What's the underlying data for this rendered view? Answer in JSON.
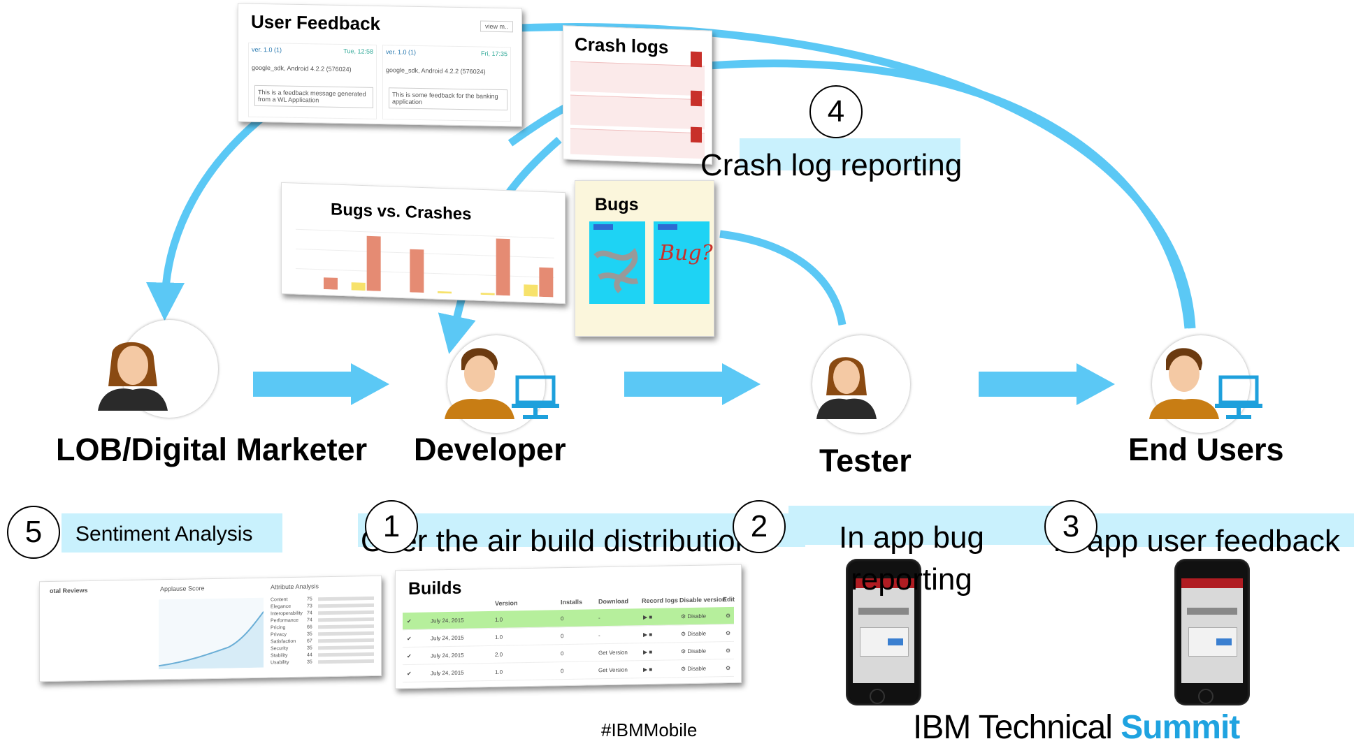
{
  "cards": {
    "user_feedback": {
      "title": "User Feedback",
      "view_more": "view m..",
      "col1": {
        "ver": "ver. 1.0 (1)",
        "time": "Tue, 12:58",
        "device": "google_sdk, Android 4.2.2 (576024)",
        "message": "This is a feedback message generated from a WL Application"
      },
      "col2": {
        "ver": "ver. 1.0 (1)",
        "time": "Fri, 17:35",
        "device": "google_sdk, Android 4.2.2 (576024)",
        "message": "This is some feedback for the banking application"
      }
    },
    "crash_logs": {
      "title": "Crash logs"
    },
    "bugs_vs_crashes": {
      "title": "Bugs vs. Crashes",
      "chart_data": {
        "type": "bar",
        "series": [
          {
            "color": "#f7e26b",
            "values": [
              0,
              4,
              0,
              1,
              1,
              6
            ]
          },
          {
            "color": "#e58b73",
            "values": [
              6,
              28,
              22,
              0,
              29,
              15
            ]
          }
        ],
        "ylim": [
          0,
          30
        ],
        "grid": true
      }
    },
    "bugs": {
      "title": "Bugs",
      "sketch_text": "Bug?"
    },
    "builds": {
      "title": "Builds",
      "columns": [
        "Version",
        "Installs",
        "Download",
        "Record logs",
        "Disable version",
        "Edit"
      ],
      "rows": [
        {
          "date": "July 24, 2015",
          "version": "1.0",
          "installs": "0",
          "download": "-",
          "disable": "Disable"
        },
        {
          "date": "July 24, 2015",
          "version": "1.0",
          "installs": "0",
          "download": "-",
          "disable": "Disable"
        },
        {
          "date": "July 24, 2015",
          "version": "2.0",
          "installs": "0",
          "download": "Get Version",
          "disable": "Disable"
        },
        {
          "date": "July 24, 2015",
          "version": "1.0",
          "installs": "0",
          "download": "Get Version",
          "disable": "Disable"
        }
      ]
    },
    "sentiment": {
      "total_reviews_label": "otal Reviews",
      "applause_label": "Applause Score",
      "attribute_label": "Attribute Analysis",
      "attributes": [
        "Content",
        "Elegance",
        "Interoperability",
        "Performance",
        "Pricing",
        "Privacy",
        "Satisfaction",
        "Security",
        "Stability",
        "Usability"
      ],
      "attribute_values": [
        "75",
        "73",
        "74",
        "74",
        "66",
        "35",
        "67",
        "35",
        "44",
        "35"
      ]
    }
  },
  "roles": {
    "lob": "LOB/Digital Marketer",
    "developer": "Developer",
    "tester": "Tester",
    "end_users": "End Users"
  },
  "steps": [
    {
      "num": "1",
      "label": "Over the air build distribution"
    },
    {
      "num": "2",
      "label": "In app bug\nreporting"
    },
    {
      "num": "3",
      "label": "In app user feedback"
    },
    {
      "num": "4",
      "label": "Crash log reporting"
    },
    {
      "num": "5",
      "label": "Sentiment Analysis"
    }
  ],
  "footer": {
    "hashtag": "#IBMMobile",
    "brand_prefix": "IBM Technical ",
    "brand_suffix": "Summit"
  },
  "colors": {
    "flow_arrow": "#5bc8f5",
    "highlight_band": "#c9f1fd",
    "summit_blue": "#1fa3e0",
    "build_highlight": "#b6ef9c"
  }
}
